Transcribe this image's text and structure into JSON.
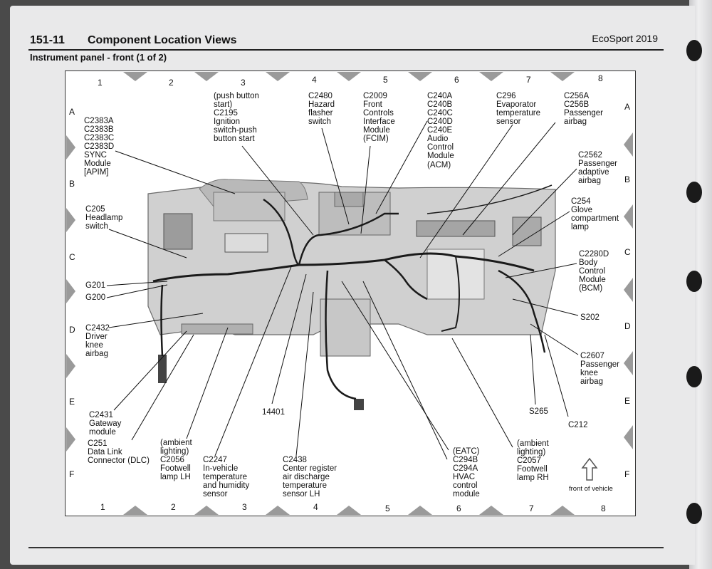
{
  "header": {
    "section_number": "151-11",
    "section_title": "Component Location Views",
    "vehicle": "EcoSport 2019",
    "subtitle": "Instrument panel - front (1 of 2)"
  },
  "grid": {
    "columns": [
      "1",
      "2",
      "3",
      "4",
      "5",
      "6",
      "7",
      "8"
    ],
    "rows": [
      "A",
      "B",
      "C",
      "D",
      "E",
      "F"
    ]
  },
  "labels": {
    "sync": "C2383A\nC2383B\nC2383C\nC2383D\nSYNC\nModule\n[APIM]",
    "ignition": "(push button\nstart)\nC2195\nIgnition\nswitch-push\nbutton start",
    "hazard": "C2480\nHazard\nflasher\nswitch",
    "fcim": "C2009\nFront\nControls\nInterface\nModule\n(FCIM)",
    "acm": "C240A\nC240B\nC240C\nC240D\nC240E\nAudio\nControl\nModule\n(ACM)",
    "evap": "C296\nEvaporator\ntemperature\nsensor",
    "pass_airbag": "C256A\nC256B\nPassenger\nairbag",
    "adaptive": "C2562\nPassenger\nadaptive\nairbag",
    "glove": "C254\nGlove\ncompartment\nlamp",
    "headlamp": "C205\nHeadlamp\nswitch",
    "bcm": "C2280D\nBody\nControl\nModule\n(BCM)",
    "g201": "G201",
    "g200": "G200",
    "s202": "S202",
    "driver_knee": "C2432\nDriver\nknee\nairbag",
    "pass_knee": "C2607\nPassenger\nknee\nairbag",
    "gateway": "C2431\nGateway\nmodule",
    "dlc": "C251\nData Link\nConnector (DLC)",
    "footwell_lh": "(ambient\nlighting)\nC2056\nFootwell\nlamp LH",
    "invehicle": "C2247\nIn-vehicle\ntemperature\nand humidity\nsensor",
    "p14401": "14401",
    "center_reg": "C2438\nCenter register\nair discharge\ntemperature\nsensor LH",
    "hvac": "(EATC)\nC294B\nC294A\nHVAC\ncontrol\nmodule",
    "footwell_rh": "(ambient\nlighting)\nC2057\nFootwell\nlamp RH",
    "s265": "S265",
    "c212": "C212",
    "front": "front of vehicle"
  }
}
